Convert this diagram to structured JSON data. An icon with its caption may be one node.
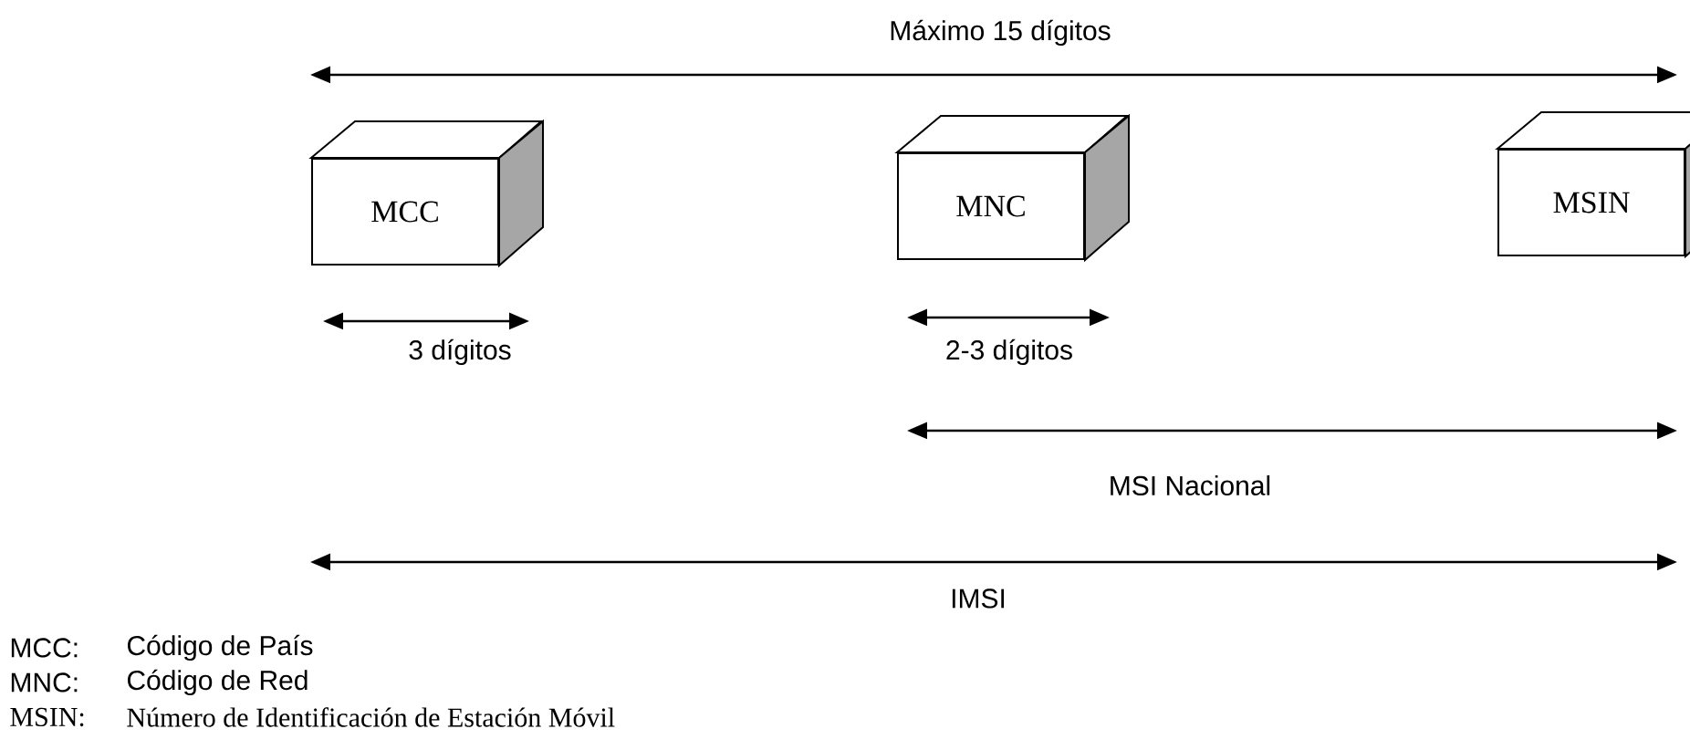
{
  "diagram": {
    "nodes": [
      {
        "text": [
          "MCC"
        ]
      },
      {
        "text": [
          "MNC"
        ]
      },
      {
        "text": [
          "MSIN"
        ]
      }
    ],
    "labels": [
      "Máximo 15 dígitos",
      "3 dígitos",
      "2-3 dígitos",
      "MSI Nacional",
      "IMSI",
      "MCC:",
      "Código de País",
      "MNC:",
      "Código de Red",
      "MSIN:",
      "Número de Identificación de Estación Móvil"
    ]
  }
}
